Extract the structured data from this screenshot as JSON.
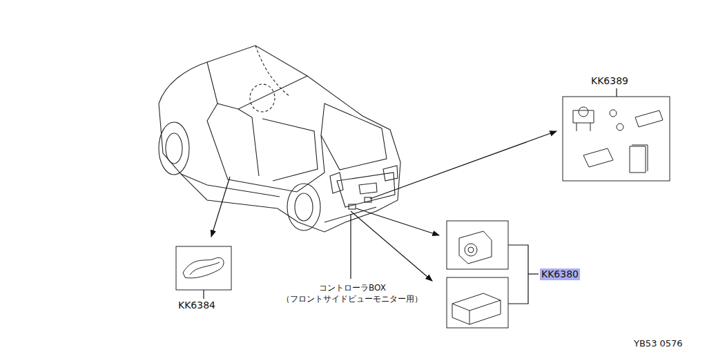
{
  "diagram": {
    "labels": [
      "KK6389",
      "KK6384",
      "コントローラBOX",
      "（フロントサイドビューモニター用）",
      "KK6380",
      "YB53 0576"
    ]
  }
}
